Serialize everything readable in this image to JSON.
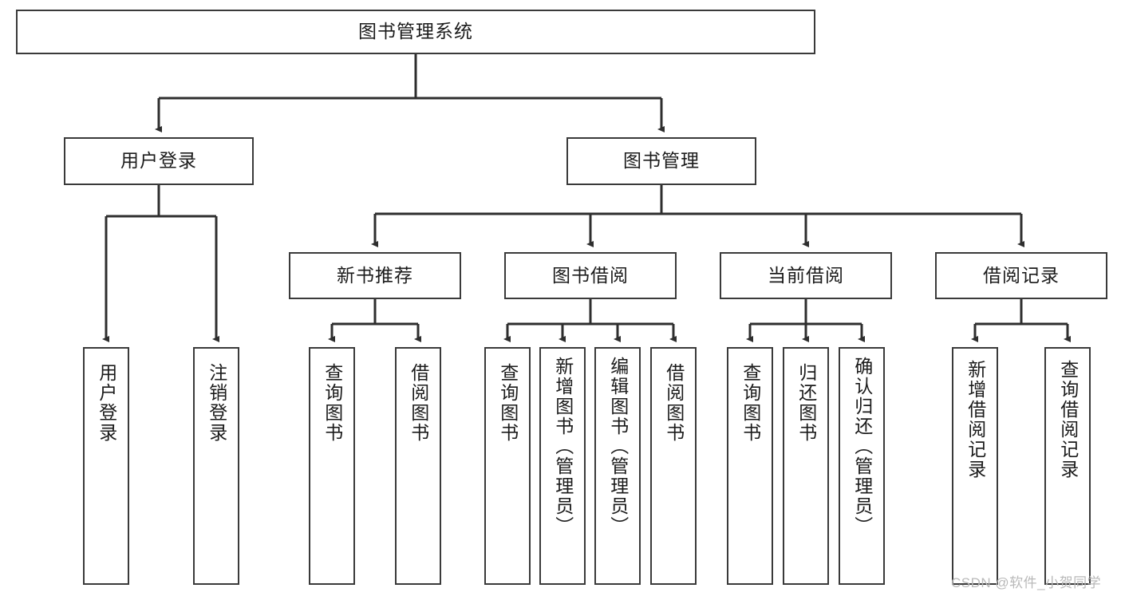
{
  "diagram": {
    "title": "图书管理系统",
    "type": "functional-structure-tree",
    "root": {
      "label": "图书管理系统"
    },
    "level2": [
      {
        "label": "用户登录"
      },
      {
        "label": "图书管理"
      }
    ],
    "level3": [
      {
        "label": "新书推荐"
      },
      {
        "label": "图书借阅"
      },
      {
        "label": "当前借阅"
      },
      {
        "label": "借阅记录"
      }
    ],
    "leaves": {
      "user_login": [
        {
          "label": "用户登录"
        },
        {
          "label": "注销登录"
        }
      ],
      "new_book_recommend": [
        {
          "label": "查询图书"
        },
        {
          "label": "借阅图书"
        }
      ],
      "book_borrow": [
        {
          "label": "查询图书"
        },
        {
          "label": "新增图书（管理员）"
        },
        {
          "label": "编辑图书（管理员）"
        },
        {
          "label": "借阅图书"
        }
      ],
      "current_borrow": [
        {
          "label": "查询图书"
        },
        {
          "label": "归还图书"
        },
        {
          "label": "确认归还（管理员）"
        }
      ],
      "borrow_record": [
        {
          "label": "新增借阅记录"
        },
        {
          "label": "查询借阅记录"
        }
      ]
    }
  },
  "watermark": {
    "text": "CSDN @软件_小贺同学"
  },
  "colors": {
    "stroke": "#3a3a3a",
    "box_fill": "#ffffff",
    "text": "#1b1b1b",
    "watermark": "#b9b9b9",
    "background": "#ffffff"
  }
}
